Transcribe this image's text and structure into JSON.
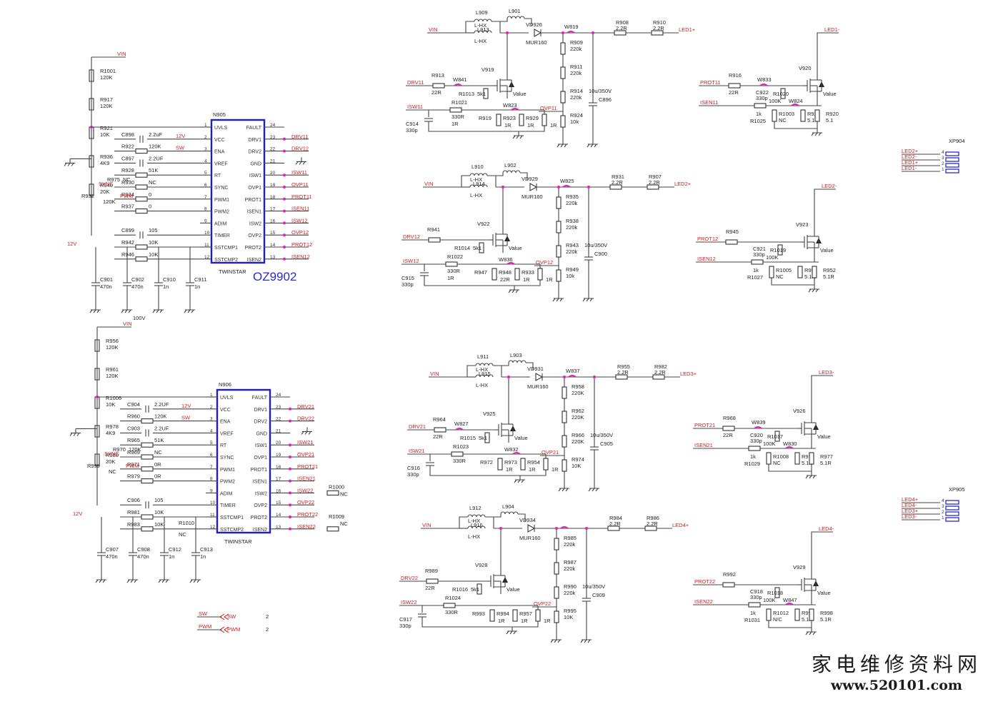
{
  "chips": [
    {
      "ref": "N905",
      "part": "TWINSTAR",
      "model": "OZ9902",
      "left_pins": [
        "UVLS",
        "VCC",
        "ENA",
        "VREF",
        "RT",
        "SYNC",
        "PWM1",
        "PWM2",
        "ADIM",
        "TIMER",
        "SSTCMP1",
        "SSTCMP2"
      ],
      "right_pins": [
        "FAULT",
        "DRV1",
        "DRV2",
        "GND",
        "ISW1",
        "OVP1",
        "PROT1",
        "ISEN1",
        "ISW2",
        "OVP2",
        "PROT2",
        "ISEN2"
      ],
      "left_nums": [
        "1",
        "2",
        "3",
        "4",
        "5",
        "6",
        "7",
        "8",
        "9",
        "10",
        "11",
        "12"
      ],
      "right_nums": [
        "24",
        "23",
        "22",
        "21",
        "20",
        "19",
        "18",
        "17",
        "16",
        "15",
        "14",
        "13"
      ],
      "right_nets": [
        "",
        "DRV11",
        "DRV12",
        "",
        "ISW11",
        "OVP11",
        "PROT11",
        "ISEN11",
        "ISW12",
        "OVP12",
        "PROT12",
        "ISEN12"
      ],
      "left_parts": [
        {
          "a": "C898",
          "b": "2.2uF"
        },
        {
          "a": "R922",
          "b": "120K"
        },
        {
          "a": "C897",
          "b": "2.2UF"
        },
        {
          "a": "R928",
          "b": "51K"
        },
        {
          "a": "R930",
          "b": "NC"
        },
        {
          "a": "R934",
          "b": "0"
        },
        {
          "a": "R937",
          "b": "0"
        },
        {
          "a": "C899",
          "b": "105"
        },
        {
          "a": "R942",
          "b": "10K"
        },
        {
          "a": "R946",
          "b": "10K"
        }
      ],
      "caps": [
        {
          "a": "C901",
          "b": "470n"
        },
        {
          "a": "C902",
          "b": "470n"
        },
        {
          "a": "C910",
          "b": "1n"
        },
        {
          "a": "C911",
          "b": "1n"
        }
      ],
      "divider": [
        {
          "a": "R1001",
          "b": "120K"
        },
        {
          "a": "R917",
          "b": "120K"
        },
        {
          "a": "R921",
          "b": "10K"
        },
        {
          "a": "R936",
          "b": "4K9"
        },
        {
          "a": "R940",
          "b": "20K"
        }
      ],
      "extra": {
        "r_sync": "R975",
        "r_sync_v": "NC",
        "r_pwm": "R932",
        "r_pwm_v": "120K"
      },
      "nets": {
        "vin": "VIN",
        "v12": "12V",
        "v12b": "12V",
        "sw": "SW",
        "sync": "SYNC",
        "pwm": "PWM"
      }
    },
    {
      "ref": "N906",
      "part": "TWINSTAR",
      "model": "",
      "left_pins": [
        "UVLS",
        "VCC",
        "ENA",
        "VREF",
        "RT",
        "SYNC",
        "PWM1",
        "PWM2",
        "ADIM",
        "TIMER",
        "SSTCMP1",
        "SSTCMP2"
      ],
      "right_pins": [
        "FAULT",
        "DRV1",
        "DRV2",
        "GND",
        "ISW1",
        "OVP1",
        "PROT1",
        "ISEN1",
        "ISW2",
        "OVP2",
        "PROT2",
        "ISEN2"
      ],
      "left_nums": [
        "1",
        "2",
        "3",
        "4",
        "5",
        "6",
        "7",
        "8",
        "9",
        "10",
        "11",
        "12"
      ],
      "right_nums": [
        "24",
        "23",
        "22",
        "21",
        "20",
        "19",
        "18",
        "17",
        "16",
        "15",
        "14",
        "13"
      ],
      "right_nets": [
        "",
        "DRV21",
        "DRV22",
        "",
        "ISW21",
        "OVP21",
        "PROT21",
        "ISEN21",
        "ISW22",
        "OVP22",
        "PROT22",
        "ISEN22"
      ],
      "left_parts": [
        {
          "a": "C904",
          "b": "2.2UF"
        },
        {
          "a": "R960",
          "b": "120K"
        },
        {
          "a": "C903",
          "b": "2.2UF"
        },
        {
          "a": "R965",
          "b": "51K"
        },
        {
          "a": "R969",
          "b": "NC"
        },
        {
          "a": "R971",
          "b": "0R"
        },
        {
          "a": "R979",
          "b": "0R"
        },
        {
          "a": "C906",
          "b": "105"
        },
        {
          "a": "R981",
          "b": "10K"
        },
        {
          "a": "R983",
          "b": "10K"
        }
      ],
      "caps": [
        {
          "a": "C907",
          "b": "470n"
        },
        {
          "a": "C908",
          "b": "470n"
        },
        {
          "a": "C912",
          "b": "1n"
        },
        {
          "a": "C913",
          "b": "1n"
        }
      ],
      "divider": [
        {
          "a": "R956",
          "b": "120K"
        },
        {
          "a": "R961",
          "b": "120K"
        },
        {
          "a": "R1006",
          "b": "10K"
        },
        {
          "a": "R978",
          "b": "4K9"
        },
        {
          "a": "R980",
          "b": "20K"
        }
      ],
      "extra": {
        "r_sync": "R970",
        "r_sync_v": "120K",
        "r_pwm": "R999",
        "r_pwm_v": "NC",
        "r_1010": "R1010",
        "r_1010_v": "NC",
        "r_1000": "R1000",
        "r_1000_v": "NC",
        "r_1009": "R1009",
        "r_1009_v": "NC",
        "v100": "100V"
      },
      "nets": {
        "vin": "VIN",
        "v12": "12V",
        "v12b": "12V",
        "sw": "SW",
        "sync": "SYNC",
        "pwm": "PWM"
      }
    }
  ],
  "boosts": [
    {
      "l_top": "L909",
      "l_top_v": "L-HX",
      "l_mid": "L913",
      "l_mid_v": "L-HX",
      "l_out": "L901",
      "diode": "VD926",
      "diode_v": "MUR160",
      "w_out": "W819",
      "r_a": "R908",
      "r_a_v": "2.2R",
      "r_b": "R910",
      "r_b_v": "2.2R",
      "led": "LED1+",
      "vin": "VIN",
      "rd1": "R909",
      "rd1_v": "220k",
      "rd2": "R911",
      "rd2_v": "220k",
      "rd3": "R914",
      "rd3_v": "220k",
      "rd4": "R924",
      "rd4_v": "10k",
      "cap": "C896",
      "cap_v": "10u/350V",
      "ovp": "OVP11",
      "fet": "V919",
      "fet_v": "Value",
      "rg": "R913",
      "rg_v": "22R",
      "wg": "W841",
      "rgs": "R1013",
      "rgs_v": "5k1",
      "drv": "DRV11",
      "isw": "ISW11",
      "rs": "R1021",
      "rs_v": "330R",
      "cs": "C914",
      "cs_v": "330p",
      "r1": "R919",
      "r1_v": "1R",
      "r2": "R923",
      "r2_v": "1R",
      "r3": "R929",
      "r3_v": "1R",
      "w2": "W823",
      "r1n": "1R"
    },
    {
      "l_top": "L910",
      "l_top_v": "L-HX",
      "l_mid": "L914",
      "l_mid_v": "L-HX",
      "l_out": "L902",
      "diode": "VD929",
      "diode_v": "MUR160",
      "w_out": "W825",
      "r_a": "R931",
      "r_a_v": "2.2R",
      "r_b": "R907",
      "r_b_v": "2.2R",
      "led": "LED2+",
      "vin": "VIN",
      "rd1": "R935",
      "rd1_v": "220k",
      "rd2": "R938",
      "rd2_v": "220k",
      "rd3": "R943",
      "rd3_v": "220k",
      "rd4": "R949",
      "rd4_v": "10k",
      "cap": "C900",
      "cap_v": "10u/350V",
      "ovp": "OVP12",
      "fet": "V922",
      "fet_v": "Value",
      "rg": "R941",
      "rg_v": "",
      "wg": "",
      "rgs": "R1014",
      "rgs_v": "5k1",
      "drv": "DRV12",
      "isw": "ISW12",
      "rs": "R1022",
      "rs_v": "330R",
      "cs": "C915",
      "cs_v": "330p",
      "r1": "R947",
      "r1_v": "22R",
      "r2": "R948",
      "r2_v": "1R",
      "r3": "R933",
      "r3_v": "1R",
      "w2": "W836",
      "r1n": "1R"
    },
    {
      "l_top": "L911",
      "l_top_v": "L-HX",
      "l_mid": "L915",
      "l_mid_v": "L-HX",
      "l_out": "L903",
      "diode": "VD931",
      "diode_v": "MUR160",
      "w_out": "W837",
      "r_a": "R955",
      "r_a_v": "2.2R",
      "r_b": "R982",
      "r_b_v": "2.2R",
      "led": "LED3+",
      "vin": "VIN",
      "rd1": "R958",
      "rd1_v": "220K",
      "rd2": "R962",
      "rd2_v": "220K",
      "rd3": "R966",
      "rd3_v": "220K",
      "rd4": "R974",
      "rd4_v": "10K",
      "cap": "C905",
      "cap_v": "10u/350V",
      "ovp": "OVP21",
      "fet": "V925",
      "fet_v": "Value",
      "rg": "R964",
      "rg_v": "22R",
      "wg": "W827",
      "rgs": "R1015",
      "rgs_v": "5k1",
      "drv": "DRV21",
      "isw": "ISW21",
      "rs": "R1023",
      "rs_v": "330R",
      "cs": "C916",
      "cs_v": "330p",
      "r1": "R972",
      "r1_v": "1R",
      "r2": "R973",
      "r2_v": "1R",
      "r3": "R954",
      "r3_v": "1R",
      "w2": "W832",
      "r1n": ""
    },
    {
      "l_top": "L912",
      "l_top_v": "L-HX",
      "l_mid": "L916",
      "l_mid_v": "L-HX",
      "l_out": "L904",
      "diode": "VD934",
      "diode_v": "MUR160",
      "w_out": "",
      "r_a": "R984",
      "r_a_v": "2.2R",
      "r_b": "R986",
      "r_b_v": "2.2R",
      "led": "LED4+",
      "vin": "VIN",
      "rd1": "R985",
      "rd1_v": "220k",
      "rd2": "R987",
      "rd2_v": "220k",
      "rd3": "R990",
      "rd3_v": "220k",
      "rd4": "R995",
      "rd4_v": "10K",
      "cap": "C909",
      "cap_v": "10u/350V",
      "ovp": "OVP22",
      "fet": "V928",
      "fet_v": "Value",
      "rg": "R989",
      "rg_v": "22R",
      "wg": "",
      "rgs": "R1016",
      "rgs_v": "5k1",
      "drv": "DRV22",
      "isw": "ISW22",
      "rs": "R1024",
      "rs_v": "330R",
      "cs": "C917",
      "cs_v": "330p",
      "r1": "R993",
      "r1_v": "1R",
      "r2": "R994",
      "r2_v": "1R",
      "r3": "R957",
      "r3_v": "1R",
      "w2": "",
      "r1n": ""
    }
  ],
  "sinks": [
    {
      "led": "LED1-",
      "fet": "V920",
      "fet_v": "Value",
      "prot": "PROT11",
      "rg": "R916",
      "rg_v": "22R",
      "wg": "W833",
      "c": "C922",
      "c_v": "330p",
      "rc": "R1020",
      "rc_v": "100K",
      "wc": "W824",
      "isen": "ISEN11",
      "ri": "R1025",
      "ri_v": "1k",
      "rn": "R1003",
      "rn_v": "NC",
      "rs1": "R926",
      "rs1_v": "5.1",
      "rs2": "R920",
      "rs2_v": "5.1"
    },
    {
      "led": "LED2-",
      "fet": "V923",
      "fet_v": "Value",
      "prot": "PROT12",
      "rg": "R945",
      "rg_v": "",
      "wg": "",
      "c": "C921",
      "c_v": "330p",
      "rc": "R1019",
      "rc_v": "100K",
      "wc": "",
      "isen": "ISEN12",
      "ri": "R1027",
      "ri_v": "1k",
      "rn": "R1005",
      "rn_v": "NC",
      "rs1": "R951",
      "rs1_v": "5.1R",
      "rs2": "R952",
      "rs2_v": "5.1R"
    },
    {
      "led": "LED3-",
      "fet": "V926",
      "fet_v": "Value",
      "prot": "PROT21",
      "rg": "R968",
      "rg_v": "22R",
      "wg": "W839",
      "c": "C920",
      "c_v": "330p",
      "rc": "R1017",
      "rc_v": "100K",
      "wc": "W830",
      "isen": "ISEN21",
      "ri": "R1029",
      "ri_v": "1k",
      "rn": "R1008",
      "rn_v": "NC",
      "rs1": "R976",
      "rs1_v": "5.1R",
      "rs2": "R977",
      "rs2_v": "5.1R"
    },
    {
      "led": "LED4-",
      "fet": "V929",
      "fet_v": "Value",
      "prot": "PROT22",
      "rg": "R992",
      "rg_v": "",
      "wg": "",
      "c": "C918",
      "c_v": "330p",
      "rc": "R1018",
      "rc_v": "100K",
      "wc": "W847",
      "isen": "ISEN22",
      "ri": "R1031",
      "ri_v": "1k",
      "rn": "R1012",
      "rn_v": "N/C",
      "rs1": "R997",
      "rs1_v": "5.1R",
      "rs2": "R998",
      "rs2_v": "5.1R"
    }
  ],
  "connectors": [
    {
      "ref": "XP904",
      "pins": [
        "LED2+",
        "LED2-",
        "LED1+",
        "LED1-"
      ],
      "nums": [
        "4",
        "3",
        "2",
        "1"
      ]
    },
    {
      "ref": "XP905",
      "pins": [
        "LED4+",
        "LED4-",
        "LED3+",
        "LED3-"
      ],
      "nums": [
        "4",
        "3",
        "2",
        "1"
      ]
    }
  ],
  "offpage": [
    {
      "net": "SW",
      "label": "SW",
      "page": "2"
    },
    {
      "net": "PWM",
      "label": "PWM",
      "page": "2"
    }
  ],
  "watermark": {
    "cn": "家电维修资料网",
    "url": "www.520101.com"
  }
}
